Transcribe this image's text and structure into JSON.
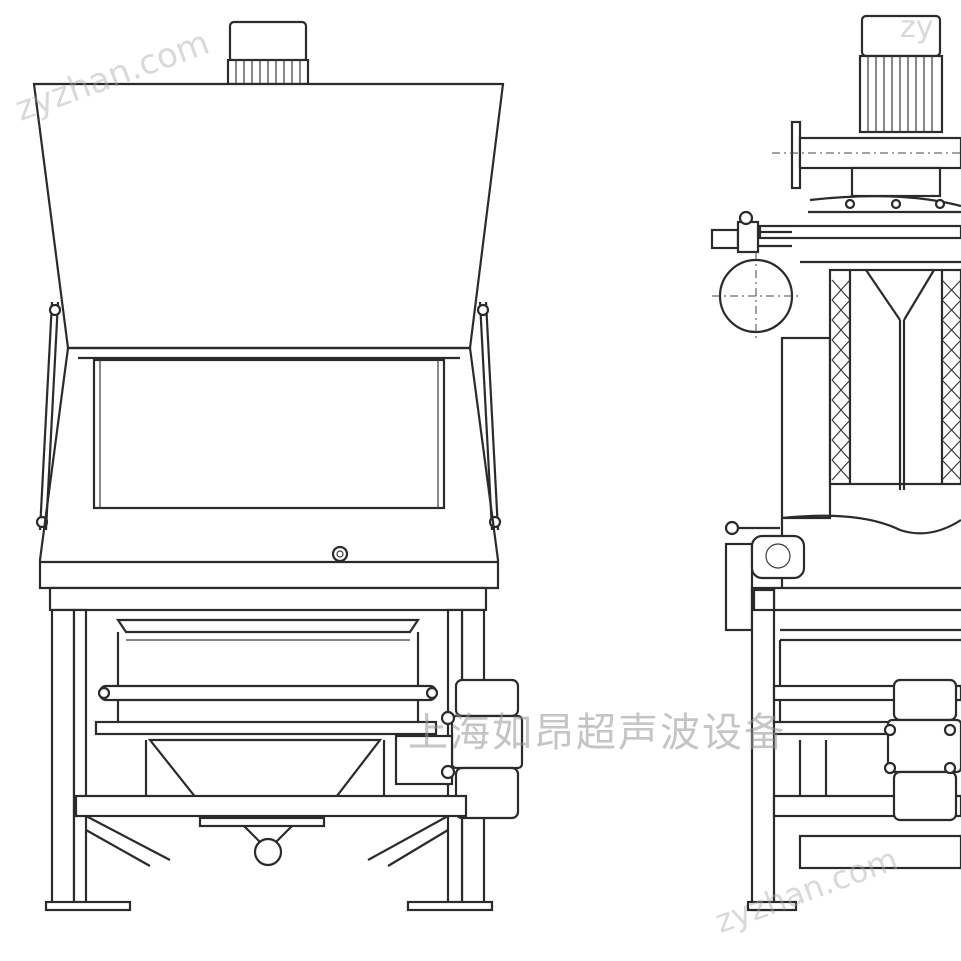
{
  "watermark": {
    "company_text": "上海如昂超声波设备",
    "url_text_1": "zyzhan.com",
    "url_text_2": "zyzhan.com",
    "url_text_3": "zy"
  },
  "drawing": {
    "views": [
      "front-view",
      "side-view"
    ],
    "line_color": "#2b2b2b",
    "background": "#ffffff"
  }
}
